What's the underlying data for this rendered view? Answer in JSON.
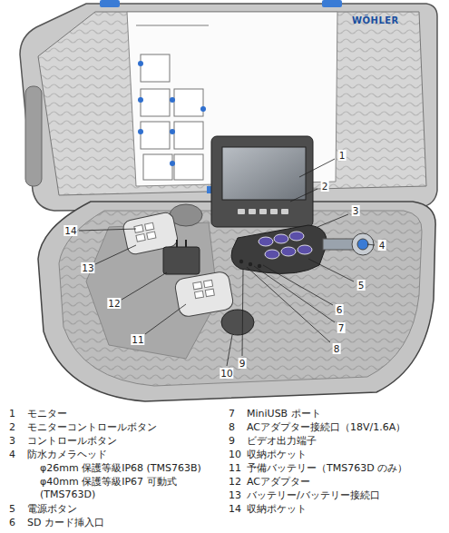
{
  "diagram": {
    "labels": [
      "1",
      "2",
      "3",
      "4",
      "5",
      "6",
      "7",
      "8",
      "9",
      "10",
      "11",
      "12",
      "13",
      "14",
      "WÖHLER",
      "1",
      "モニター",
      "2",
      "モニターコントロールボタン",
      "3",
      "コントロールボタン",
      "4",
      "防水カメラヘッド",
      "φ26mm 保護等級IP68 (TMS763B)",
      "φ40mm 保護等級IP67 可動式 (TMS763D)",
      "5",
      "電源ボタン",
      "6",
      "SD カード挿入口",
      "7",
      "MiniUSB ポート",
      "8",
      "ACアダプター接続口（18V/1.6A）",
      "9",
      "ビデオ出力端子",
      "10",
      "収納ポケット",
      "11",
      "予備バッテリー（TMS763D のみ）",
      "12",
      "ACアダプター",
      "13",
      "バッテリー/バッテリー接続口",
      "14",
      "収納ポケット"
    ]
  }
}
